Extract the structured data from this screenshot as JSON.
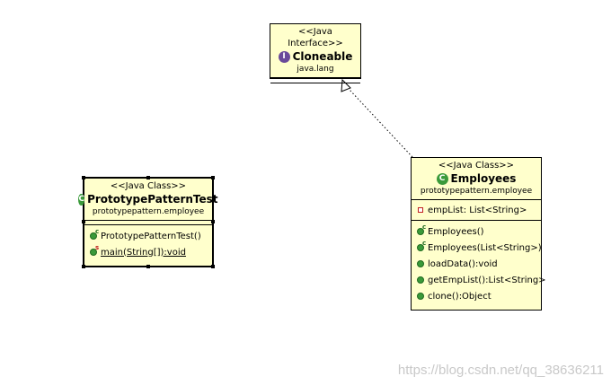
{
  "interface_box": {
    "stereotype": "<<Java Interface>>",
    "icon": "interface-icon",
    "icon_letter": "I",
    "name": "Cloneable",
    "package": "java.lang"
  },
  "test_class": {
    "stereotype": "<<Java Class>>",
    "icon": "class-icon",
    "icon_letter": "C",
    "name": "PrototypePatternTest",
    "package": "prototypepattern.employee",
    "methods": [
      {
        "label": "PrototypePatternTest()",
        "icon": "public-method-icon",
        "modifier": "c"
      },
      {
        "label": "main(String[]):void",
        "icon": "public-method-icon",
        "modifier": "s",
        "underline": true
      }
    ]
  },
  "employees_class": {
    "stereotype": "<<Java Class>>",
    "icon": "class-icon",
    "icon_letter": "C",
    "name": "Employees",
    "package": "prototypepattern.employee",
    "fields": [
      {
        "label": "empList: List<String>",
        "icon": "private-field-icon"
      }
    ],
    "methods": [
      {
        "label": "Employees()",
        "icon": "public-method-icon",
        "modifier": "c"
      },
      {
        "label": "Employees(List<String>)",
        "icon": "public-method-icon",
        "modifier": "c"
      },
      {
        "label": "loadData():void",
        "icon": "public-method-icon"
      },
      {
        "label": "getEmpList():List<String>",
        "icon": "public-method-icon"
      },
      {
        "label": "clone():Object",
        "icon": "public-method-icon"
      }
    ]
  },
  "relation": {
    "type": "realization",
    "from": "Employees",
    "to": "Cloneable"
  },
  "colors": {
    "box_fill": "#ffffcc",
    "class_icon": "#3a9a3a",
    "interface_icon": "#6a4a9a",
    "private_field": "#c02020"
  },
  "watermark": "https://blog.csdn.net/qq_38636211"
}
